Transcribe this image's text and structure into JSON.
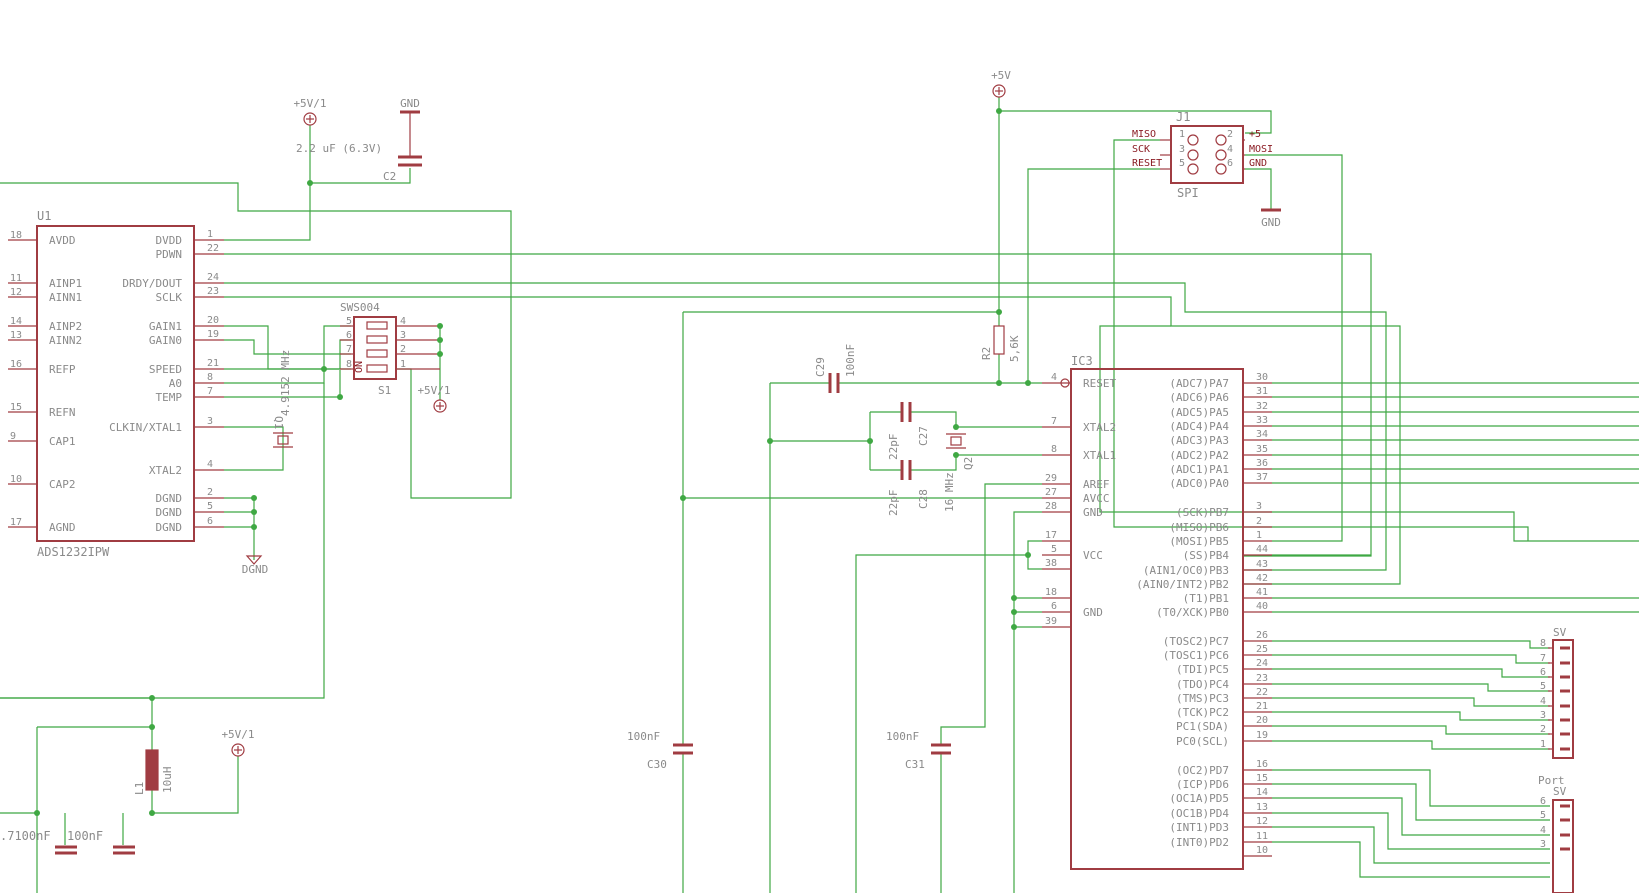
{
  "u1": {
    "ref": "U1",
    "value": "ADS1232IPW",
    "left_pins": [
      {
        "num": "18",
        "label": "AVDD"
      },
      {
        "num": "11",
        "label": "AINP1"
      },
      {
        "num": "12",
        "label": "AINN1"
      },
      {
        "num": "14",
        "label": "AINP2"
      },
      {
        "num": "13",
        "label": "AINN2"
      },
      {
        "num": "16",
        "label": "REFP"
      },
      {
        "num": "15",
        "label": "REFN"
      },
      {
        "num": "9",
        "label": "CAP1"
      },
      {
        "num": "10",
        "label": "CAP2"
      },
      {
        "num": "17",
        "label": "AGND"
      }
    ],
    "right_pins": [
      {
        "num": "1",
        "label": "DVDD"
      },
      {
        "num": "22",
        "label": "PDWN"
      },
      {
        "num": "24",
        "label": "DRDY/DOUT"
      },
      {
        "num": "23",
        "label": "SCLK"
      },
      {
        "num": "20",
        "label": "GAIN1"
      },
      {
        "num": "19",
        "label": "GAIN0"
      },
      {
        "num": "21",
        "label": "SPEED"
      },
      {
        "num": "8",
        "label": "A0"
      },
      {
        "num": "7",
        "label": "TEMP"
      },
      {
        "num": "3",
        "label": "CLKIN/XTAL1"
      },
      {
        "num": "4",
        "label": "XTAL2"
      },
      {
        "num": "2",
        "label": "DGND"
      },
      {
        "num": "5",
        "label": "DGND"
      },
      {
        "num": "6",
        "label": "DGND"
      }
    ]
  },
  "ic3": {
    "ref": "IC3",
    "left_pins": [
      {
        "num": "4",
        "label": "RESET"
      },
      {
        "num": "7",
        "label": "XTAL2"
      },
      {
        "num": "8",
        "label": "XTAL1"
      },
      {
        "num": "29",
        "label": "AREF"
      },
      {
        "num": "27",
        "label": "AVCC"
      },
      {
        "num": "28",
        "label": "GND"
      },
      {
        "num": "17",
        "label": ""
      },
      {
        "num": "5",
        "label": "VCC"
      },
      {
        "num": "38",
        "label": ""
      },
      {
        "num": "18",
        "label": ""
      },
      {
        "num": "6",
        "label": "GND"
      },
      {
        "num": "39",
        "label": ""
      }
    ],
    "right_pins": [
      {
        "num": "30",
        "label": "(ADC7)PA7"
      },
      {
        "num": "31",
        "label": "(ADC6)PA6"
      },
      {
        "num": "32",
        "label": "(ADC5)PA5"
      },
      {
        "num": "33",
        "label": "(ADC4)PA4"
      },
      {
        "num": "34",
        "label": "(ADC3)PA3"
      },
      {
        "num": "35",
        "label": "(ADC2)PA2"
      },
      {
        "num": "36",
        "label": "(ADC1)PA1"
      },
      {
        "num": "37",
        "label": "(ADC0)PA0"
      },
      {
        "num": "3",
        "label": "(SCK)PB7"
      },
      {
        "num": "2",
        "label": "(MISO)PB6"
      },
      {
        "num": "1",
        "label": "(MOSI)PB5"
      },
      {
        "num": "44",
        "label": "(SS)PB4"
      },
      {
        "num": "43",
        "label": "(AIN1/OC0)PB3"
      },
      {
        "num": "42",
        "label": "(AIN0/INT2)PB2"
      },
      {
        "num": "41",
        "label": "(T1)PB1"
      },
      {
        "num": "40",
        "label": "(T0/XCK)PB0"
      },
      {
        "num": "26",
        "label": "(TOSC2)PC7"
      },
      {
        "num": "25",
        "label": "(TOSC1)PC6"
      },
      {
        "num": "24",
        "label": "(TDI)PC5"
      },
      {
        "num": "23",
        "label": "(TDO)PC4"
      },
      {
        "num": "22",
        "label": "(TMS)PC3"
      },
      {
        "num": "21",
        "label": "(TCK)PC2"
      },
      {
        "num": "20",
        "label": "PC1(SDA)"
      },
      {
        "num": "19",
        "label": "PC0(SCL)"
      },
      {
        "num": "16",
        "label": "(OC2)PD7"
      },
      {
        "num": "15",
        "label": "(ICP)PD6"
      },
      {
        "num": "14",
        "label": "(OC1A)PD5"
      },
      {
        "num": "13",
        "label": "(OC1B)PD4"
      },
      {
        "num": "12",
        "label": "(INT1)PD3"
      },
      {
        "num": "11",
        "label": "(INT0)PD2"
      },
      {
        "num": "10",
        "label": ""
      }
    ]
  },
  "j1": {
    "ref": "J1",
    "value": "SPI",
    "left_labels": [
      "MISO",
      "SCK",
      "RESET"
    ],
    "left_nums": [
      "1",
      "3",
      "5"
    ],
    "right_nums": [
      "2",
      "4",
      "6"
    ],
    "right_labels": [
      "+5",
      "MOSI",
      "GND"
    ]
  },
  "s1": {
    "ref": "S1",
    "value": "SWS004",
    "left_nums": [
      "5",
      "6",
      "7",
      "8"
    ],
    "right_nums": [
      "4",
      "3",
      "2",
      "1"
    ],
    "switch_nums": [
      "4",
      "3",
      "2",
      "1"
    ],
    "on_label": "ON"
  },
  "components": {
    "c2_value": "2.2 uF (6.3V)",
    "c2_ref": "C2",
    "q1_ref": "Q1",
    "q1_value": "4.9152 MHz",
    "r2_ref": "R2",
    "r2_value": "5,6K",
    "c29_ref": "C29",
    "c29_value": "100nF",
    "c27_ref": "C27",
    "c27_value": "22pF",
    "c28_ref": "C28",
    "c28_value": "22pF",
    "q2_ref": "Q2",
    "q2_value": "16 MHz",
    "c30_ref": "C30",
    "c30_value": "100nF",
    "c31_ref": "C31",
    "c31_value": "100nF",
    "l1_ref": "L1",
    "l1_value": "10uH",
    "bottom_cap_a": ".7100nF",
    "bottom_cap_b": "100nF"
  },
  "supplies": {
    "p5v1_top": "+5V/1",
    "gnd_top": "GND",
    "p5v1_right": "+5V/1",
    "p5v_top": "+5V",
    "gnd_spi": "GND",
    "dgnd": "DGND",
    "p5v1_bottom": "+5V/1"
  },
  "edge": {
    "sv_top": "SV",
    "sv_pins": [
      "8",
      "7",
      "6",
      "5",
      "4",
      "3",
      "2",
      "1"
    ],
    "port_label": "Port",
    "sv_bottom": "SV",
    "sv_bottom_pins": [
      "6",
      "5",
      "4",
      "3"
    ]
  }
}
